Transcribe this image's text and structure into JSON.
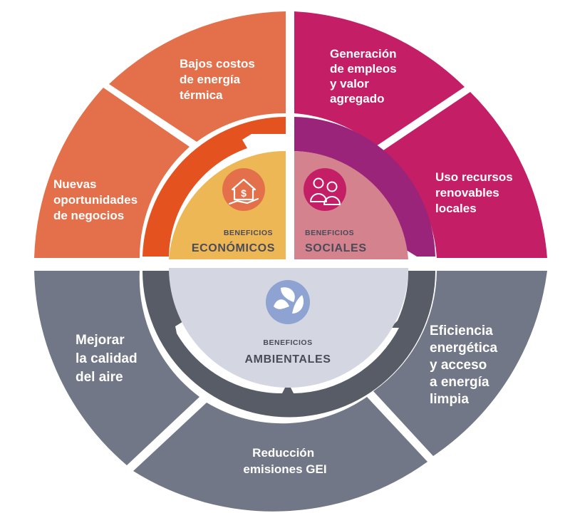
{
  "segments": [
    {
      "id": "bajos-costos",
      "lines": [
        "Bajos costos",
        "de energía",
        "térmica"
      ]
    },
    {
      "id": "nuevas-oportunidades",
      "lines": [
        "Nuevas",
        "oportunidades",
        "de negocios"
      ]
    },
    {
      "id": "generacion-empleos",
      "lines": [
        "Generación",
        "de empleos",
        "y valor",
        "agregado"
      ]
    },
    {
      "id": "uso-recursos",
      "lines": [
        "Uso recursos",
        "renovables",
        "locales"
      ]
    },
    {
      "id": "mejorar-aire",
      "lines": [
        "Mejorar",
        "la calidad",
        "del aire"
      ]
    },
    {
      "id": "reduccion-emisiones",
      "lines": [
        "Reducción",
        "emisiones GEI"
      ]
    },
    {
      "id": "eficiencia-energetica",
      "lines": [
        "Eficiencia",
        "energética",
        "y acceso",
        "a energía",
        "limpia"
      ]
    }
  ],
  "core": {
    "economicos": {
      "small": "BENEFICIOS",
      "big": "ECONÓMICOS"
    },
    "sociales": {
      "small": "BENEFICIOS",
      "big": "SOCIALES"
    },
    "ambientales": {
      "small": "BENEFICIOS",
      "big": "AMBIENTALES"
    }
  },
  "icons": {
    "economicos": "house-money-hand-icon",
    "sociales": "people-icon",
    "ambientales": "leaves-recycle-icon"
  },
  "colors": {
    "orange": "#E3704A",
    "orange_ring": "#E4521F",
    "yellow": "#EDB756",
    "magenta": "#C41E66",
    "purple_ring": "#992479",
    "pink": "#D5828F",
    "gray": "#717786",
    "gray_ring": "#585C67",
    "lavender": "#D4D6E2",
    "text_dark": "#4A4B58",
    "icon_blue": "#8FA3D2"
  }
}
